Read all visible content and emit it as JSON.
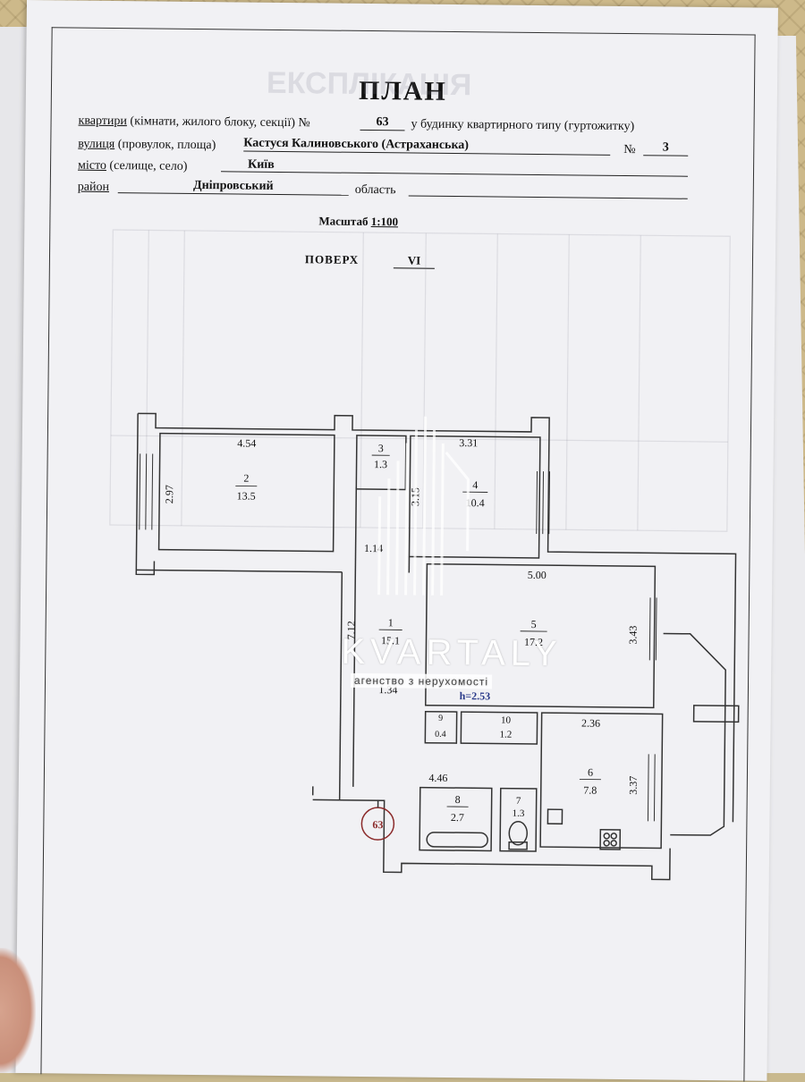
{
  "doc": {
    "title": "ПЛАН",
    "line1": {
      "label_apartment": "квартири",
      "label_rest": "(кімнати, жилого блоку, секції) №",
      "apartment_no": "63",
      "label_tail": "у будинку квартирного типу (гуртожитку)"
    },
    "line2": {
      "label_street": "вулиця",
      "label_rest": "(провулок, площа)",
      "street": "Кастуся Калиновського (Астраханська)",
      "no_label": "№",
      "house_no": "3"
    },
    "line3": {
      "label_city": "місто",
      "label_rest": "(селище, село)",
      "city": "Київ"
    },
    "line4": {
      "label_district": "район",
      "district": "Дніпровський",
      "region_label": "область"
    },
    "scale": {
      "label": "Масштаб",
      "value": "1:100"
    },
    "floor": {
      "label": "ПОВЕРХ",
      "value": "VI"
    }
  },
  "plan": {
    "rooms": [
      {
        "no": "2",
        "area": "13.5"
      },
      {
        "no": "3",
        "area": "1.3"
      },
      {
        "no": "4",
        "area": "10.4"
      },
      {
        "no": "1",
        "area": "15.1"
      },
      {
        "no": "5",
        "area": "17.2"
      },
      {
        "no": "9",
        "area": "0.4"
      },
      {
        "no": "10",
        "area": "1.2"
      },
      {
        "no": "6",
        "area": "7.8"
      },
      {
        "no": "8",
        "area": "2.7"
      },
      {
        "no": "7",
        "area": "1.3"
      }
    ],
    "dimensions": [
      "4.54",
      "2.97",
      "3.31",
      "3.15",
      "1.14",
      "5.00",
      "7.12",
      "3.43",
      "2.36",
      "4.46",
      "3.37",
      "1.34"
    ],
    "height_note": "h=2.53",
    "apartment_marker": "63"
  },
  "watermark": {
    "brand": "KVARTALY",
    "tagline": "агенство з нерухомості"
  }
}
